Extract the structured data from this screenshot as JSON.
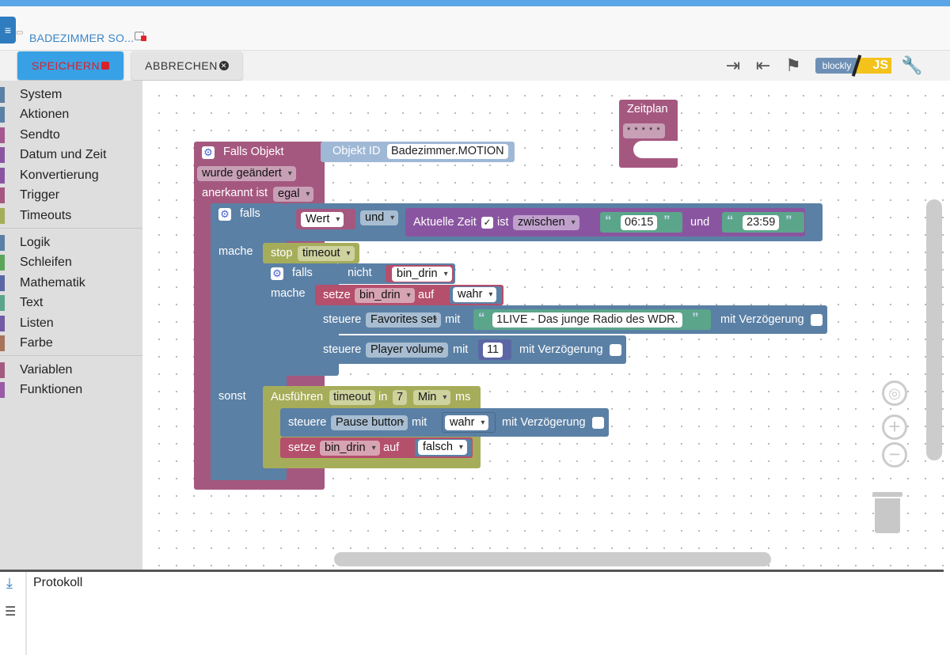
{
  "tab": {
    "title": "BADEZIMMER SO..."
  },
  "toolbar": {
    "save_label": "SPEICHERN",
    "cancel_label": "ABBRECHEN",
    "logo_blockly": "blockly",
    "logo_js": "JS"
  },
  "sidebar": {
    "groups": [
      [
        {
          "label": "System",
          "color": "#5b80a5"
        },
        {
          "label": "Aktionen",
          "color": "#5b80a5"
        },
        {
          "label": "Sendto",
          "color": "#a5588e"
        },
        {
          "label": "Datum und Zeit",
          "color": "#8a55a0"
        },
        {
          "label": "Konvertierung",
          "color": "#8a55a0"
        },
        {
          "label": "Trigger",
          "color": "#a5587f"
        },
        {
          "label": "Timeouts",
          "color": "#a6ad5a"
        }
      ],
      [
        {
          "label": "Logik",
          "color": "#5b80a5"
        },
        {
          "label": "Schleifen",
          "color": "#5ba55b"
        },
        {
          "label": "Mathematik",
          "color": "#5b67a5"
        },
        {
          "label": "Text",
          "color": "#5ba58b"
        },
        {
          "label": "Listen",
          "color": "#745ba5"
        },
        {
          "label": "Farbe",
          "color": "#a5745b"
        }
      ],
      [
        {
          "label": "Variablen",
          "color": "#a55b80"
        },
        {
          "label": "Funktionen",
          "color": "#995ba5"
        }
      ]
    ]
  },
  "blocks": {
    "zeitplan": {
      "label": "Zeitplan",
      "value": "* * * * *"
    },
    "trigger": {
      "label": "Falls Objekt",
      "object_id_label": "Objekt ID",
      "object_id": "Badezimmer.MOTION",
      "event": "wurde geändert",
      "ack_label": "anerkannt ist",
      "ack": "egal"
    },
    "if1": {
      "falls": "falls",
      "wert": "Wert",
      "und": "und",
      "aktuelle_zeit": "Aktuelle Zeit",
      "ist": "ist",
      "zwischen": "zwischen",
      "t1": "06:15",
      "und2": "und",
      "t2": "23:59",
      "mache": "mache",
      "sonst": "sonst"
    },
    "stop": {
      "label": "stop",
      "value": "timeout"
    },
    "if2": {
      "falls": "falls",
      "nicht": "nicht",
      "var": "bin_drin",
      "mache": "mache"
    },
    "set1": {
      "label": "setze",
      "var": "bin_drin",
      "auf": "auf",
      "value": "wahr"
    },
    "ctrl1": {
      "label": "steuere",
      "target": "Favorites set",
      "mit": "mit",
      "text": "1LIVE - Das junge Radio des WDR.",
      "delay": "mit Verzögerung"
    },
    "ctrl2": {
      "label": "steuere",
      "target": "Player volume",
      "mit": "mit",
      "value": "11",
      "delay": "mit Verzögerung"
    },
    "timeout": {
      "label": "Ausführen",
      "name": "timeout",
      "in": "in",
      "value": "7",
      "unit": "Min",
      "ms": "ms"
    },
    "ctrl3": {
      "label": "steuere",
      "target": "Pause button",
      "mit": "mit",
      "value": "wahr",
      "delay": "mit Verzögerung"
    },
    "set2": {
      "label": "setze",
      "var": "bin_drin",
      "auf": "auf",
      "value": "falsch"
    }
  },
  "log": {
    "title": "Protokoll"
  }
}
